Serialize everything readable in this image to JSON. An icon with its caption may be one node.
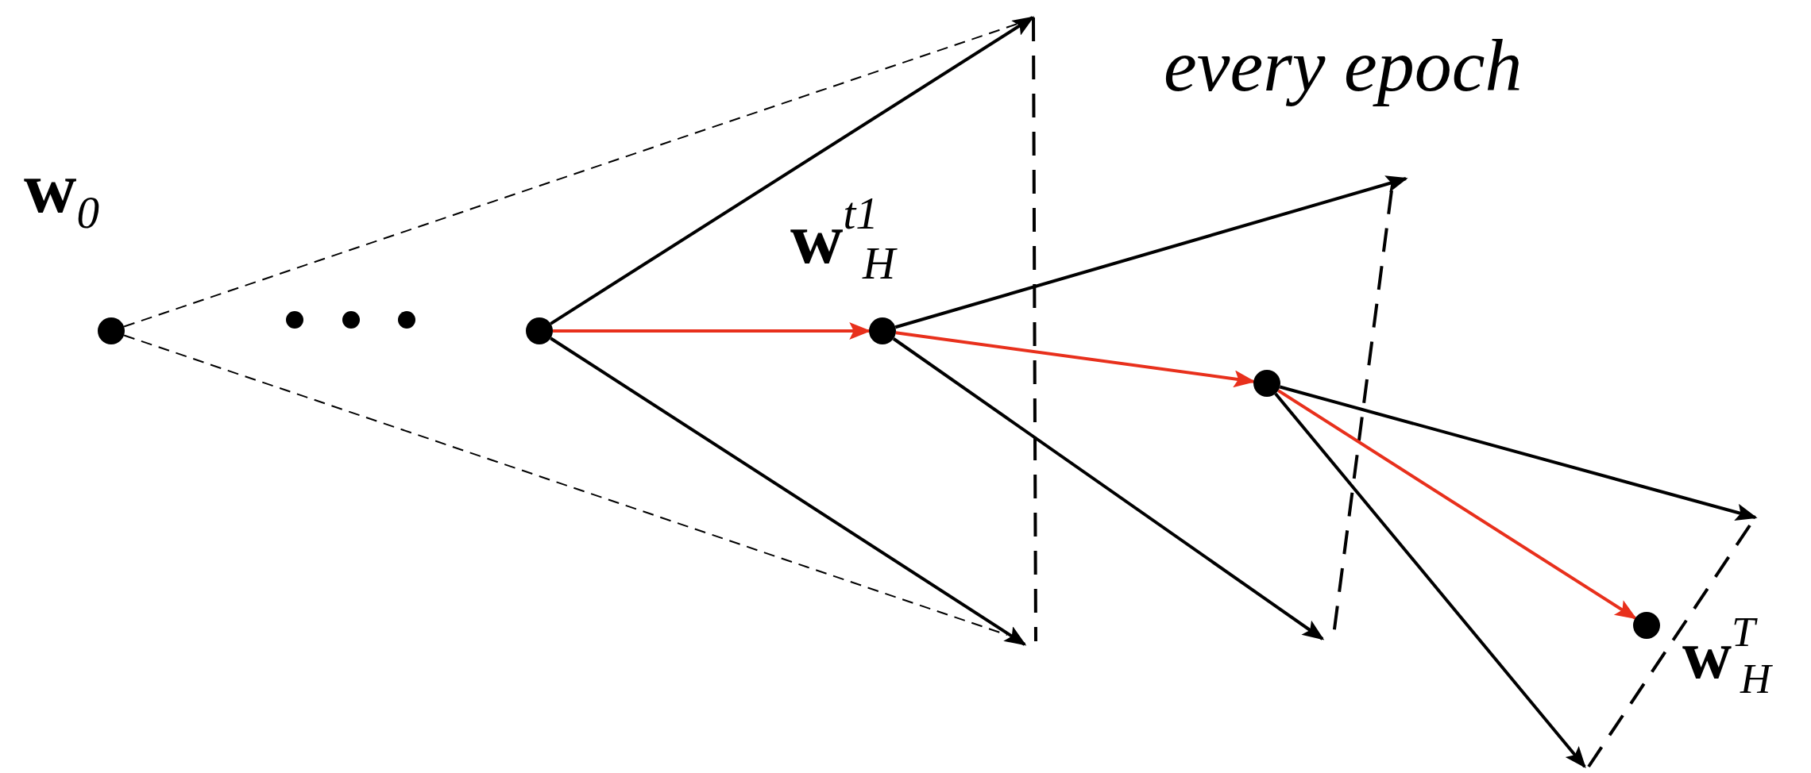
{
  "diagram": {
    "nodes": [
      {
        "text": [],
        "shape": "circle",
        "beside": [
          "**w**$_{0}$"
        ]
      },
      {
        "text": [],
        "shape": "circle"
      },
      {
        "text": [],
        "shape": "circle"
      },
      {
        "text": [],
        "shape": "circle"
      },
      {
        "text": [],
        "shape": "circle"
      },
      {
        "text": [],
        "shape": "circle",
        "beside": [
          "**w**$^{t1}$$_{H}$"
        ]
      },
      {
        "text": [],
        "shape": "circle"
      },
      {
        "text": [],
        "shape": "circle",
        "beside": [
          "**w**$^{T}$$_{H}$"
        ]
      }
    ],
    "edges": [
      {
        "from": 0,
        "to": null,
        "arrow": "none",
        "style": "dashed"
      },
      {
        "from": 0,
        "to": null,
        "arrow": "none",
        "style": "dashed"
      },
      {
        "from": 4,
        "to": null,
        "arrow": "to"
      },
      {
        "from": 4,
        "to": null,
        "arrow": "to"
      },
      {
        "from": 4,
        "to": 5,
        "arrow": "to",
        "color": "#e8301c"
      },
      {
        "from": 5,
        "to": null,
        "arrow": "to"
      },
      {
        "from": 5,
        "to": null,
        "arrow": "to"
      },
      {
        "from": 5,
        "to": 6,
        "arrow": "to",
        "color": "#e8301c"
      },
      {
        "from": 6,
        "to": null,
        "arrow": "to"
      },
      {
        "from": 6,
        "to": null,
        "arrow": "to"
      },
      {
        "from": 6,
        "to": 7,
        "arrow": "to",
        "color": "#e8301c"
      }
    ],
    "labels": [
      "every epoch"
    ]
  }
}
